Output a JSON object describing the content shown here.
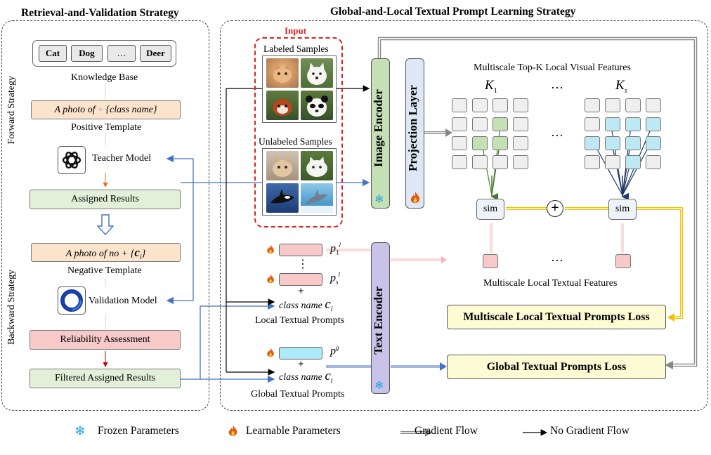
{
  "left_panel": {
    "title": "Retrieval-and-Validation Strategy",
    "forward_label": "Forward Strategy",
    "backward_label": "Backward Strategy",
    "knowledge_base": {
      "items": [
        "Cat",
        "Dog",
        "…",
        "Deer"
      ],
      "label": "Knowledge Base"
    },
    "positive_template": {
      "prefix": "A photo of",
      "plus": "+",
      "suffix": "{class name}",
      "label": "Positive Template"
    },
    "teacher_model": {
      "label": "Teacher Model"
    },
    "assigned_results": "Assigned Results",
    "negative_template": {
      "prefix": "A photo of  no + {",
      "var": "c",
      "sub": "i",
      "close": "}",
      "label": "Negative Template"
    },
    "validation_model": {
      "label": "Validation Model"
    },
    "reliability": "Reliability Assessment",
    "filtered": "Filtered Assigned Results"
  },
  "right_panel": {
    "title": "Global-and-Local Textual Prompt Learning Strategy",
    "input_label": "Input",
    "labeled_samples": "Labeled Samples",
    "unlabeled_samples": "Unlabeled Samples",
    "image_encoder": "Image Encoder",
    "projection_layer": "Projection Layer",
    "text_encoder": "Text Encoder",
    "visual_features_title": "Multiscale Top-K Local Visual Features",
    "k1": {
      "base": "K",
      "sub": "1"
    },
    "ks": {
      "base": "K",
      "sub": "s"
    },
    "ellipsis": "…",
    "sim": "sim",
    "plus_circle": "+",
    "local_textual_features": "Multiscale Local Textual Features",
    "local_prompt_1": {
      "base": "p",
      "sub": "1",
      "sup": "l"
    },
    "local_prompt_s": {
      "base": "p",
      "sub": "s",
      "sup": "l"
    },
    "vdots": "⋮",
    "plus": "+",
    "class_name_local": {
      "text": "class name",
      "var": "c",
      "sub": "i"
    },
    "local_prompts_label": "Local Textual Prompts",
    "global_prompt": {
      "base": "p",
      "sup": "g"
    },
    "class_name_global": {
      "text": "class name",
      "var": "c",
      "sub": "i"
    },
    "global_prompts_label": "Global Textual Prompts",
    "local_loss": "Multiscale Local Textual Prompts Loss",
    "global_loss": "Global Textual Prompts Loss"
  },
  "legend": {
    "frozen": "Frozen Parameters",
    "learnable": "Learnable Parameters",
    "gradient": "Gradient Flow",
    "no_gradient": "No Gradient Flow"
  },
  "colors": {
    "orange_box": "#fbe3cc",
    "green_box": "#e2efd9",
    "pink_box": "#f7c9c9",
    "image_encoder": "#c5e0b4",
    "projection": "#dde7f5",
    "text_encoder": "#c9c3ea",
    "local_prompt": "#f7c9c9",
    "global_prompt": "#aee9f7",
    "loss_box": "#fdfbd3",
    "input_border": "#e02020",
    "blue_arrow": "#4472c4",
    "gold_arrow": "#f2c200"
  }
}
